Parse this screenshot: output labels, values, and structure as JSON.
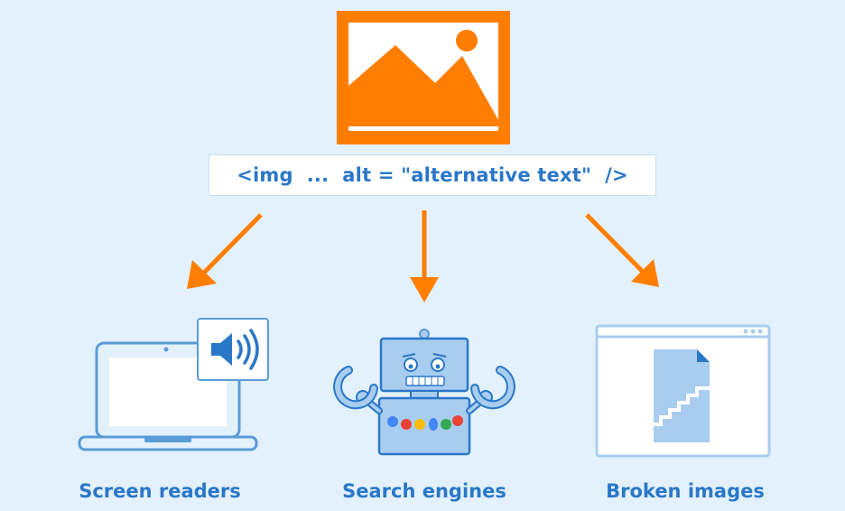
{
  "code_snippet": "<img  ...  alt = \"alternative text\"  />",
  "outputs": [
    {
      "label": "Screen readers",
      "icon": "laptop-speaker-icon"
    },
    {
      "label": "Search engines",
      "icon": "robot-icon"
    },
    {
      "label": "Broken images",
      "icon": "broken-image-icon"
    }
  ],
  "colors": {
    "background": "#e3f1fc",
    "accent_orange": "#ff7e00",
    "text_blue": "#2a77c8",
    "icon_blue": "#5a9bd8",
    "google_dots": [
      "#4285f4",
      "#ea4335",
      "#fbbc05",
      "#4285f4",
      "#34a853",
      "#ea4335"
    ]
  }
}
